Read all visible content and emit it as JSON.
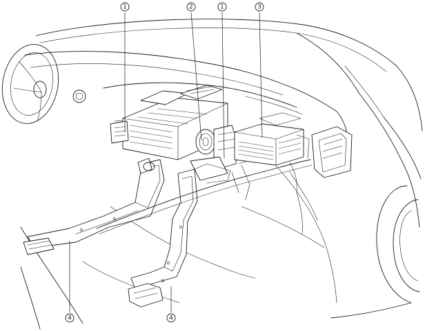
{
  "callouts": [
    {
      "id": "callout-1-left",
      "label": "1"
    },
    {
      "id": "callout-2",
      "label": "2"
    },
    {
      "id": "callout-1-right",
      "label": "1"
    },
    {
      "id": "callout-3",
      "label": "3"
    },
    {
      "id": "callout-4-left",
      "label": "4"
    },
    {
      "id": "callout-4-right",
      "label": "4"
    }
  ]
}
